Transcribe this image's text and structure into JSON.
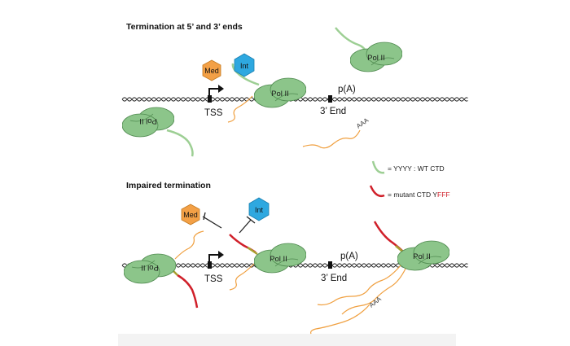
{
  "panels": {
    "top": {
      "title": "Termination at 5’ and 3’ ends",
      "polymerase": "Pol II",
      "mediator": "Med",
      "integrator": "Int",
      "tss": "TSS",
      "polya": "p(A)",
      "end3": "3’ End",
      "polyA_tail": "AAA"
    },
    "bottom": {
      "title": "Impaired termination",
      "polymerase": "Pol II",
      "mediator": "Med",
      "integrator": "Int",
      "tss": "TSS",
      "polya": "p(A)",
      "end3": "3’ End",
      "polyA_tail": "AAA"
    }
  },
  "legend": {
    "wt_prefix": "= YYYY : WT CTD",
    "mutant_prefix": "=  mutant CTD Y",
    "mutant_highlight": "FFF"
  },
  "colors": {
    "polymerase_fill": "#8cc58a",
    "polymerase_stroke": "#4f8a4f",
    "wt_ctd": "#9dcf94",
    "mutant_ctd": "#d0202a",
    "mutant_ctd_base": "#a8a030",
    "rna": "#f0a040",
    "mediator": "#f3a046",
    "integrator": "#2ea8e0",
    "dna": "#222222"
  }
}
